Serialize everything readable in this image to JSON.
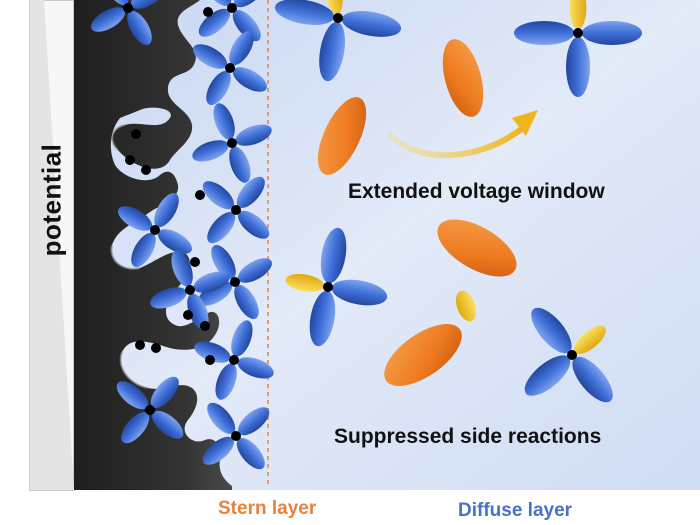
{
  "labels": {
    "potential": "potential",
    "annotation_top": "Extended voltage window",
    "annotation_bottom": "Suppressed side reactions",
    "stern_layer": "Stern layer",
    "diffuse_layer": "Diffuse layer"
  },
  "colors": {
    "electrolyte_background": "#dfe7f6",
    "electrode": "#2c2c2c",
    "blue_ion": "#3f6fd8",
    "orange_ion": "#ee7a1f",
    "yellow_ion": "#f2c419",
    "center_atom": "#000000",
    "arrow": "#f0b51a",
    "stern_label": "#e8823a",
    "diffuse_label": "#4a72c4",
    "boundary_line": "#e8823a"
  }
}
